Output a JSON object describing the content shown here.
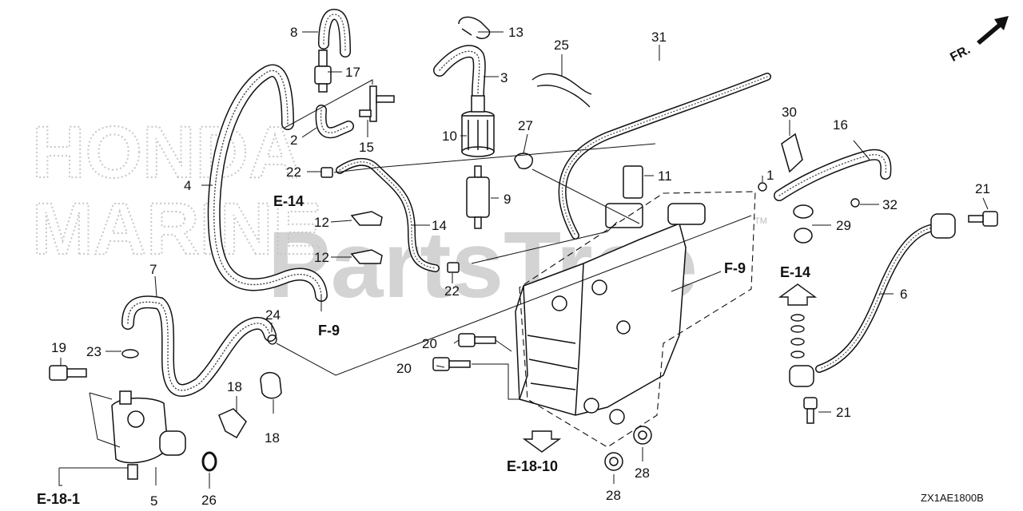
{
  "diagram": {
    "drawing_code": "ZX1AE1800B",
    "watermark": "PartsTree",
    "watermark_mark": "TM",
    "watermark_side_lines": [
      "HONDA",
      "MARINE"
    ],
    "front_indicator": "FR.",
    "colors": {
      "ink": "#111111",
      "watermark": "#c4c4c4",
      "hose_fill": "#ffffff"
    },
    "callouts": {
      "c1": "1",
      "c2": "2",
      "c3": "3",
      "c4": "4",
      "c5": "5",
      "c6": "6",
      "c7": "7",
      "c8": "8",
      "c9": "9",
      "c10": "10",
      "c11": "11",
      "c12a": "12",
      "c12b": "12",
      "c13": "13",
      "c14": "14",
      "c15": "15",
      "c16": "16",
      "c17": "17",
      "c18a": "18",
      "c18b": "18",
      "c19": "19",
      "c20a": "20",
      "c20b": "20",
      "c21a": "21",
      "c21b": "21",
      "c22a": "22",
      "c22b": "22",
      "c23": "23",
      "c24": "24",
      "c25": "25",
      "c26": "26",
      "c27": "27",
      "c28a": "28",
      "c28b": "28",
      "c29": "29",
      "c30": "30",
      "c31": "31",
      "c32": "32"
    },
    "references": {
      "e14_left": "E-14",
      "e14_right": "E-14",
      "f9_left": "F-9",
      "f9_right": "F-9",
      "e18_1": "E-18-1",
      "e18_10": "E-18-10"
    }
  }
}
